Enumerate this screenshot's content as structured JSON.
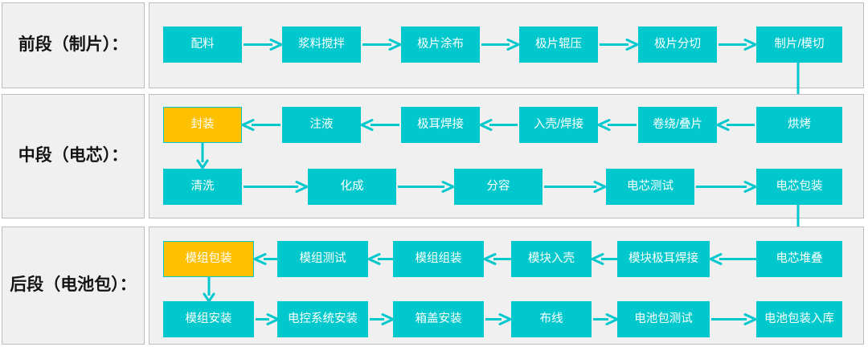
{
  "colors": {
    "node_fill": "#00c8cd",
    "highlight_fill": "#ffc000",
    "panel_bg": "#f0f0f0",
    "panel_border": "#bdbdbd",
    "arrow": "#00c8cd",
    "node_text": "#ffffff",
    "label_text": "#141414"
  },
  "sections": [
    {
      "label": "前段（制片）：",
      "rows": [
        {
          "direction": "ltr",
          "nodes": [
            {
              "text": "配料"
            },
            {
              "text": "浆料搅拌"
            },
            {
              "text": "极片涂布"
            },
            {
              "text": "极片辊压"
            },
            {
              "text": "极片分切"
            },
            {
              "text": "制片/模切"
            }
          ]
        }
      ]
    },
    {
      "label": "中段（电芯）：",
      "rows": [
        {
          "direction": "rtl",
          "nodes": [
            {
              "text": "封装",
              "highlight": true
            },
            {
              "text": "注液"
            },
            {
              "text": "极耳焊接"
            },
            {
              "text": "入壳/焊接"
            },
            {
              "text": "卷绕/叠片"
            },
            {
              "text": "烘烤"
            }
          ]
        },
        {
          "direction": "ltr",
          "nodes": [
            {
              "text": "清洗"
            },
            {
              "text": "化成"
            },
            {
              "text": "分容"
            },
            {
              "text": "电芯测试"
            },
            {
              "text": "电芯包装"
            }
          ]
        }
      ]
    },
    {
      "label": "后段（电池包）：",
      "rows": [
        {
          "direction": "rtl",
          "nodes": [
            {
              "text": "模组包装",
              "highlight": true
            },
            {
              "text": "模组测试"
            },
            {
              "text": "模组组装"
            },
            {
              "text": "模块入壳"
            },
            {
              "text": "模块极耳焊接"
            },
            {
              "text": "电芯堆叠"
            }
          ]
        },
        {
          "direction": "ltr",
          "nodes": [
            {
              "text": "模组安装"
            },
            {
              "text": "电控系统安装"
            },
            {
              "text": "箱盖安装"
            },
            {
              "text": "布线"
            },
            {
              "text": "电池包测试"
            },
            {
              "text": "电池包装入库"
            }
          ]
        }
      ]
    }
  ]
}
